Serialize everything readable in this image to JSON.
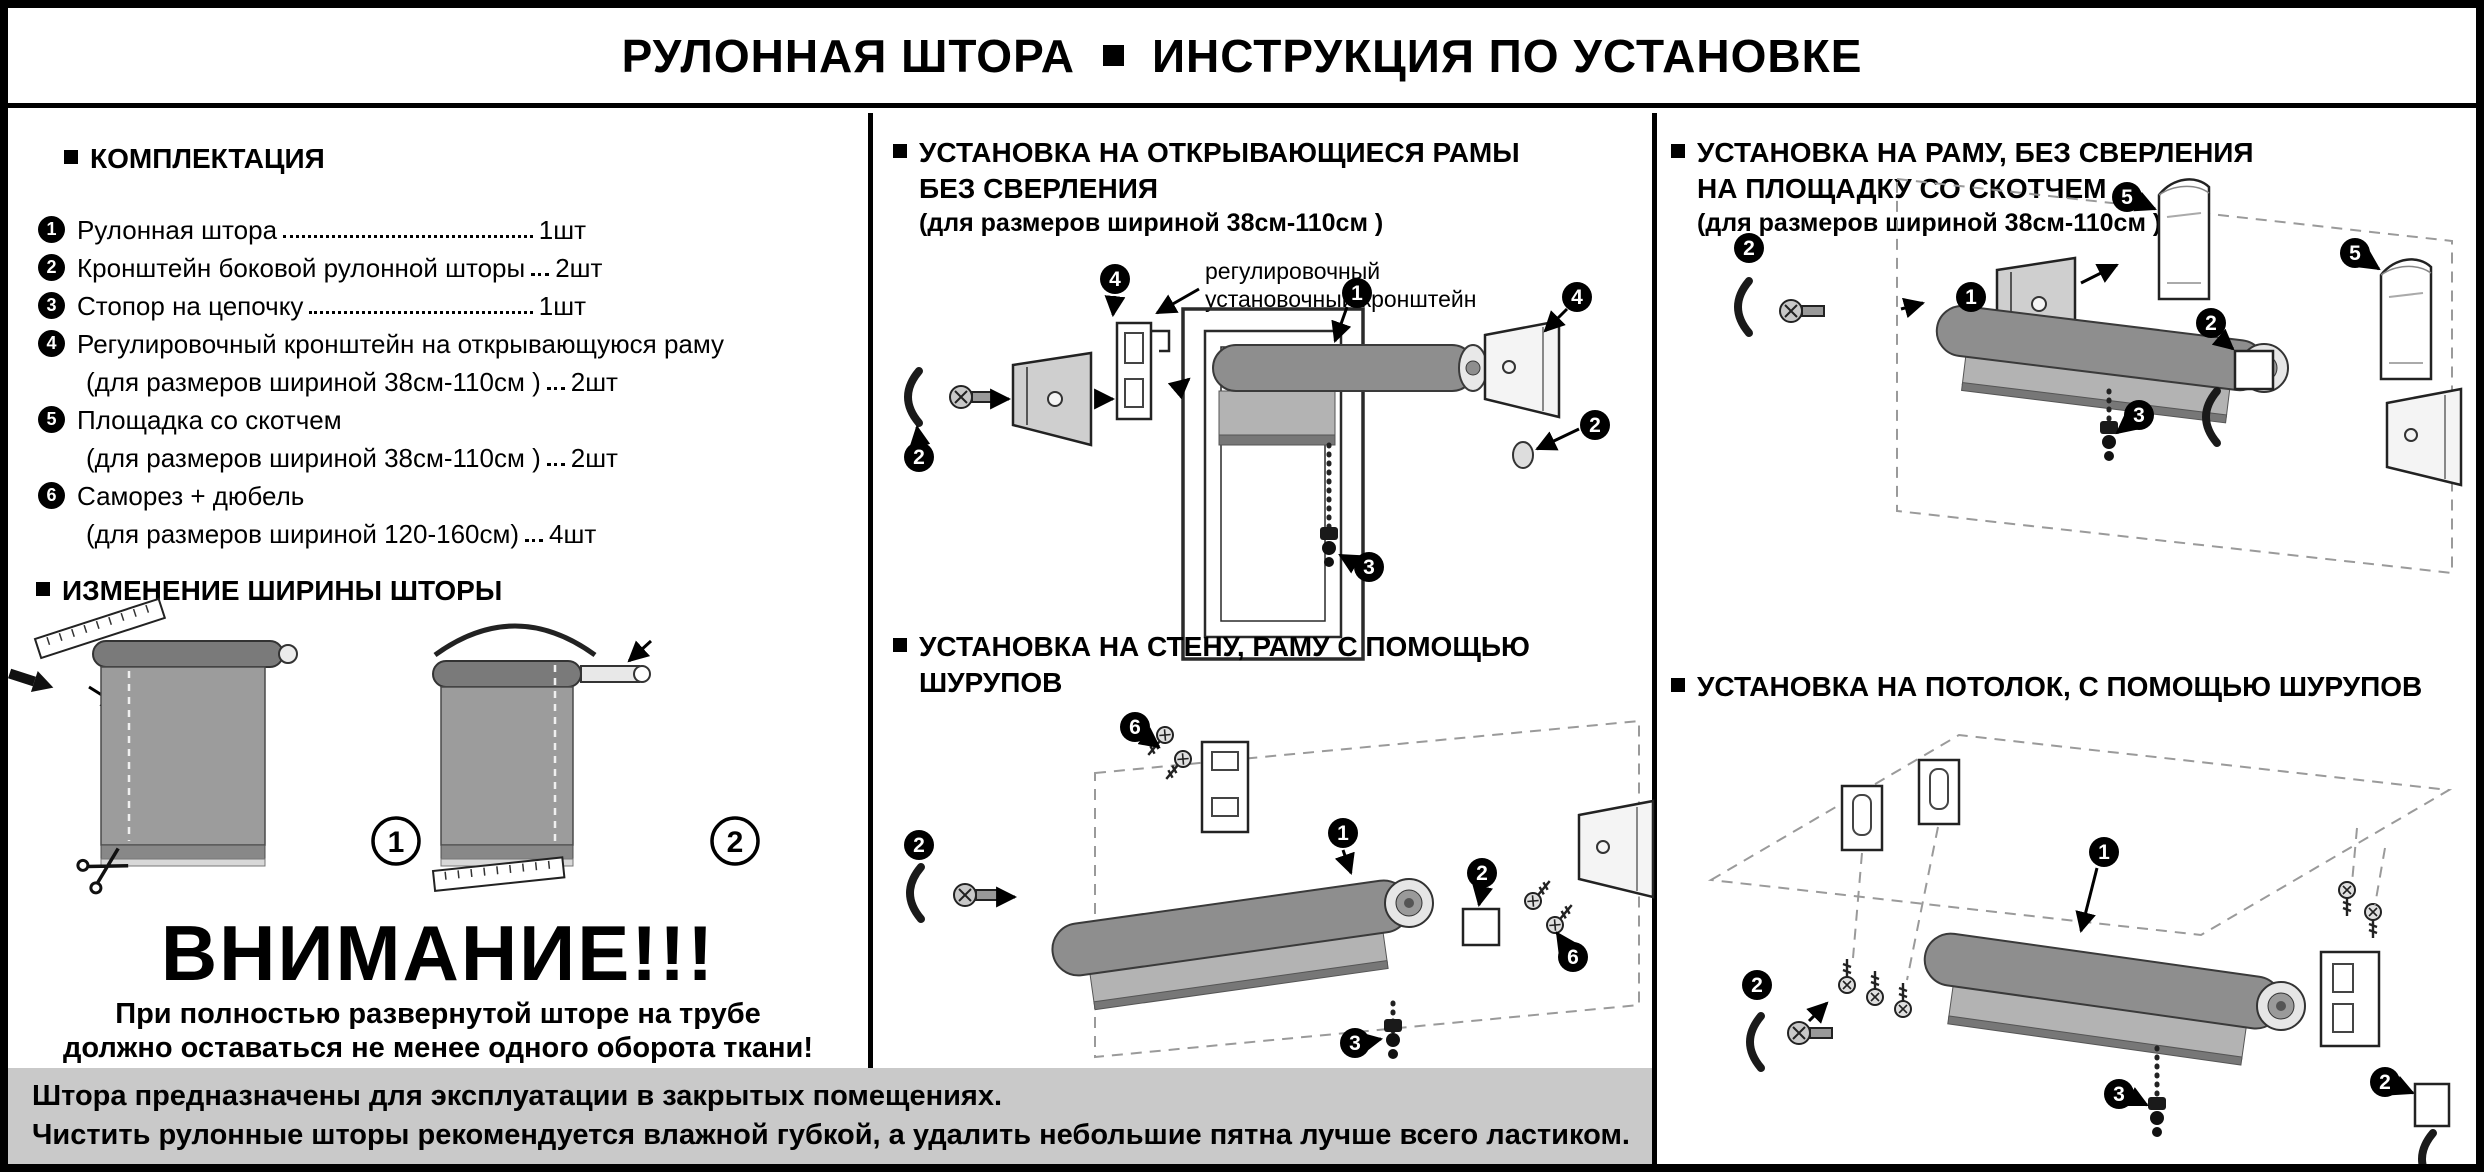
{
  "header": {
    "title_left": "РУЛОННАЯ ШТОРА",
    "title_right": "ИНСТРУКЦИЯ ПО УСТАНОВКЕ"
  },
  "kit": {
    "heading": "КОМПЛЕКТАЦИЯ",
    "items": [
      {
        "num": "1",
        "text": "Рулонная штора",
        "qty": "1шт"
      },
      {
        "num": "2",
        "text": "Кронштейн боковой рулонной шторы",
        "qty": "2шт"
      },
      {
        "num": "3",
        "text": "Стопор на цепочку",
        "qty": "1шт"
      },
      {
        "num": "4",
        "text": "Регулировочный кронштейн на открывающуюся раму",
        "text2": "(для размеров шириной 38см-110см )",
        "qty": "2шт"
      },
      {
        "num": "5",
        "text": "Площадка со скотчем",
        "text2": "(для размеров шириной 38см-110см )",
        "qty": "2шт"
      },
      {
        "num": "6",
        "text": "Саморез + дюбель",
        "text2": "(для размеров шириной 120-160см)",
        "qty": "4шт"
      }
    ]
  },
  "width_change": {
    "heading": "ИЗМЕНЕНИЕ ШИРИНЫ ШТОРЫ",
    "step1": "1",
    "step2": "2"
  },
  "warning": {
    "title": "ВНИМАНИЕ!!!",
    "line1": "При полностью развернутой шторе на трубе",
    "line2": "должно оставаться не менее одного оборота ткани!"
  },
  "sections": {
    "open_frames": {
      "heading1": "УСТАНОВКА НА ОТКРЫВАЮЩИЕСЯ РАМЫ",
      "heading2": "БЕЗ СВЕРЛЕНИЯ",
      "size_note": "(для размеров шириной 38см-110см )",
      "annotation1": "регулировочный",
      "annotation2": "установочный кронштейн",
      "badges": {
        "b4a": "4",
        "b2a": "2",
        "b1": "1",
        "b4b": "4",
        "b2b": "2",
        "b3": "3"
      }
    },
    "wall_screws": {
      "heading1": "УСТАНОВКА НА СТЕНУ, РАМУ С ПОМОЩЬЮ",
      "heading2": "ШУРУПОВ",
      "badges": {
        "b2a": "2",
        "b6a": "6",
        "b1": "1",
        "b2b": "2",
        "b6b": "6",
        "b3": "3"
      }
    },
    "tape_mount": {
      "heading1": "УСТАНОВКА НА РАМУ, БЕЗ СВЕРЛЕНИЯ",
      "heading2": "НА ПЛОЩАДКУ СО СКОТЧЕМ",
      "size_note": "(для размеров шириной 38см-110см )",
      "badges": {
        "b5a": "5",
        "b2a": "2",
        "b1": "1",
        "b5b": "5",
        "b2b": "2",
        "b3": "3"
      }
    },
    "ceiling": {
      "heading": "УСТАНОВКА НА ПОТОЛОК, С ПОМОЩЬЮ ШУРУПОВ",
      "badges": {
        "b1": "1",
        "b2a": "2",
        "b2b": "2",
        "b3": "3"
      }
    }
  },
  "footer": {
    "line1": "Штора предназначены для эксплуатации в закрытых помещениях.",
    "line2": "Чистить рулонные шторы рекомендуется влажной губкой, а удалить небольшие пятна  лучше всего ластиком."
  }
}
